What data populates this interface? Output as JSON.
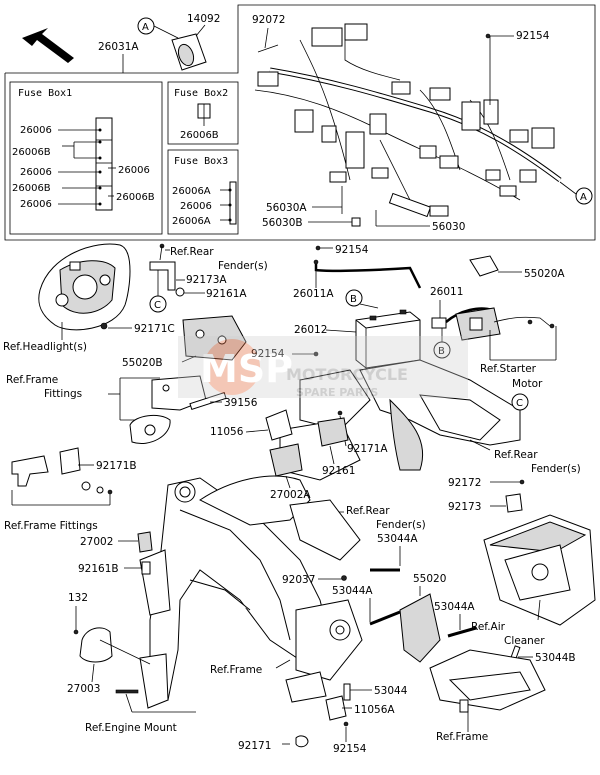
{
  "parts": {
    "p14092": "14092",
    "p26031A": "26031A",
    "p92072": "92072",
    "p92154_top": "92154",
    "p56030A": "56030A",
    "p56030B": "56030B",
    "p56030": "56030",
    "p92154_b": "92154",
    "p26011A": "26011A",
    "p26011": "26011",
    "p55020A": "55020A",
    "p26012": "26012",
    "p92173A": "92173A",
    "p92161A": "92161A",
    "p92171C": "92171C",
    "p55020B": "55020B",
    "p92154_c": "92154",
    "p39156": "39156",
    "p11056": "11056",
    "p92171A": "92171A",
    "p92161": "92161",
    "p27002A": "27002A",
    "p92171B": "92171B",
    "p92172": "92172",
    "p92173": "92173",
    "p27002": "27002",
    "p92161B": "92161B",
    "p92037": "92037",
    "p53044A_1": "53044A",
    "p55020": "55020",
    "p53044A_2": "53044A",
    "p53044A_3": "53044A",
    "p132": "132",
    "p27003": "27003",
    "p53044B": "53044B",
    "p53044": "53044",
    "p11056A": "11056A",
    "p92171": "92171",
    "p92154_d": "92154"
  },
  "fuse_box1": {
    "title": "Fuse Box1",
    "left": [
      "26006",
      "26006B",
      "26006",
      "26006B",
      "26006"
    ],
    "right": [
      "26006",
      "26006B"
    ]
  },
  "fuse_box2": {
    "title": "Fuse Box2",
    "part": "26006B"
  },
  "fuse_box3": {
    "title": "Fuse Box3",
    "parts": [
      "26006A",
      "26006",
      "26006A"
    ]
  },
  "refs": {
    "rear_fender_1a": "Ref.Rear",
    "rear_fender_1b": "Fender(s)",
    "headlight": "Ref.Headlight(s)",
    "frame_fittings_1a": "Ref.Frame",
    "frame_fittings_1b": "Fittings",
    "frame_fittings_2": "Ref.Frame Fittings",
    "starter_a": "Ref.Starter",
    "starter_b": "Motor",
    "rear_fender_2a": "Ref.Rear",
    "rear_fender_2b": "Fender(s)",
    "rear_fender_3a": "Ref.Rear",
    "rear_fender_3b": "Fender(s)",
    "air_a": "Ref.Air",
    "air_b": "Cleaner",
    "frame_1": "Ref.Frame",
    "frame_2": "Ref.Frame",
    "engine_mount": "Ref.Engine Mount"
  },
  "callouts": {
    "A": "A",
    "B": "B",
    "C": "C"
  },
  "watermark": {
    "main": "MSP",
    "side1": "MOTORCYCLE",
    "side2": "SPARE PARTS"
  }
}
